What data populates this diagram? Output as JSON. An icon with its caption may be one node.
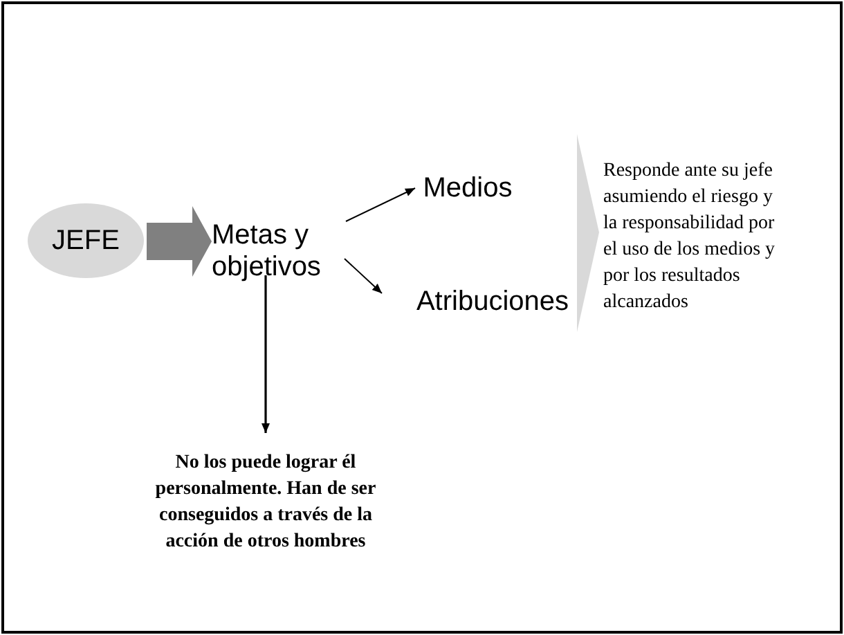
{
  "diagram": {
    "nodes": [
      {
        "text": [
          "JEFE"
        ]
      },
      {
        "text": [
          "Metas y objetivos"
        ]
      },
      {
        "text": [
          "Medios"
        ]
      },
      {
        "text": [
          "Atribuciones"
        ]
      },
      {
        "text": [
          "Responde ante su jefe asumiendo el riesgo y la responsabilidad por el uso de los medios y por los resultados alcanzados"
        ]
      },
      {
        "text": [
          "No los puede lograr él personalmente. Han de ser conseguidos a través de la acción de otros hombres"
        ]
      }
    ],
    "edges": [
      {
        "from": 0,
        "to": 1,
        "arrow": "to",
        "style": "thick",
        "color": "#808080"
      },
      {
        "from": 1,
        "to": 2,
        "arrow": "to"
      },
      {
        "from": 1,
        "to": 3,
        "arrow": "to"
      },
      {
        "from": 1,
        "to": 5,
        "arrow": "to"
      },
      {
        "from": null,
        "to": 4,
        "arrow": "to",
        "style": "thick",
        "color": "#d9d9d9"
      }
    ]
  }
}
